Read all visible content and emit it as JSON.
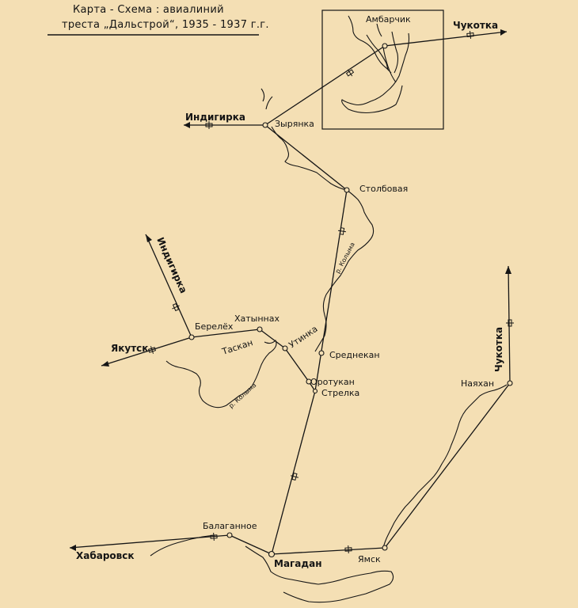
{
  "title": {
    "line1": "Карта - Схема : авиалиний",
    "line2": "треста „Дальстрой“, 1935 - 1937 г.г."
  },
  "cities": {
    "ambarchik": "Амбарчик",
    "zyryanka": "Зырянка",
    "stolbovaya": "Столбовая",
    "berelyokh": "Берелёх",
    "khatynnakh": "Хатыннах",
    "utinka": "Утинка",
    "srednekan": "Среднекан",
    "orotukan": "Оротукан",
    "strelka": "Стрелка",
    "nayakhan": "Наяхан",
    "balagannoe": "Балаганное",
    "magadan": "Магадан",
    "yamsk": "Ямск"
  },
  "directions": {
    "indigirka_north": "Индигирка",
    "indigirka_northwest": "Индигирка",
    "chukotka_north": "Чукотка",
    "chukotka_east": "Чукотка",
    "yakutsk": "Якутск",
    "khabarovsk": "Хабаровск"
  },
  "regions": {
    "taskan": "Таскан"
  },
  "rivers": {
    "kolyma_upper": "р. Колыма",
    "kolyma_lower": "р. Колыма"
  },
  "colors": {
    "background": "#f4dfb4",
    "ink": "#151515"
  }
}
